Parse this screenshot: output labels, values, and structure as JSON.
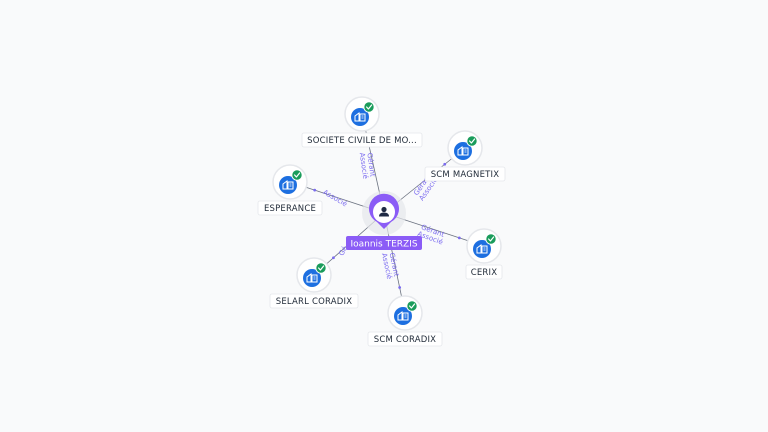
{
  "colors": {
    "edge": "#6b7280",
    "edge_label": "#7c6cf0",
    "company_icon_bg": "#1d6fe0",
    "check_badge": "#1a9c5b",
    "center_node": "#8b5cf6",
    "center_halo": "#e5e7eb"
  },
  "center": {
    "label": "Ioannis TERZIS",
    "icon": "person-icon"
  },
  "companies": [
    {
      "id": "societe-civile",
      "label": "SOCIETE CIVILE DE MO...",
      "icon": "building-icon",
      "badge": "check-icon"
    },
    {
      "id": "scm-magnetix",
      "label": "SCM MAGNETIX",
      "icon": "building-icon",
      "badge": "check-icon"
    },
    {
      "id": "esperance",
      "label": "ESPERANCE",
      "icon": "building-icon",
      "badge": "check-icon"
    },
    {
      "id": "cerix",
      "label": "CERIX",
      "icon": "building-icon",
      "badge": "check-icon"
    },
    {
      "id": "selarl-coradix",
      "label": "SELARL CORADIX",
      "icon": "building-icon",
      "badge": "check-icon"
    },
    {
      "id": "scm-coradix",
      "label": "SCM CORADIX",
      "icon": "building-icon",
      "badge": "check-icon"
    }
  ],
  "edges": [
    {
      "to": "societe-civile",
      "labels": [
        "Gérant",
        "Associé"
      ]
    },
    {
      "to": "scm-magnetix",
      "labels": [
        "Gérant",
        "Associé"
      ]
    },
    {
      "to": "esperance",
      "labels": [
        "Associé"
      ]
    },
    {
      "to": "cerix",
      "labels": [
        "Gérant",
        "Associé"
      ]
    },
    {
      "to": "selarl-coradix",
      "labels": [
        "Gé"
      ]
    },
    {
      "to": "scm-coradix",
      "labels": [
        "Gérant",
        "Associé"
      ]
    }
  ]
}
